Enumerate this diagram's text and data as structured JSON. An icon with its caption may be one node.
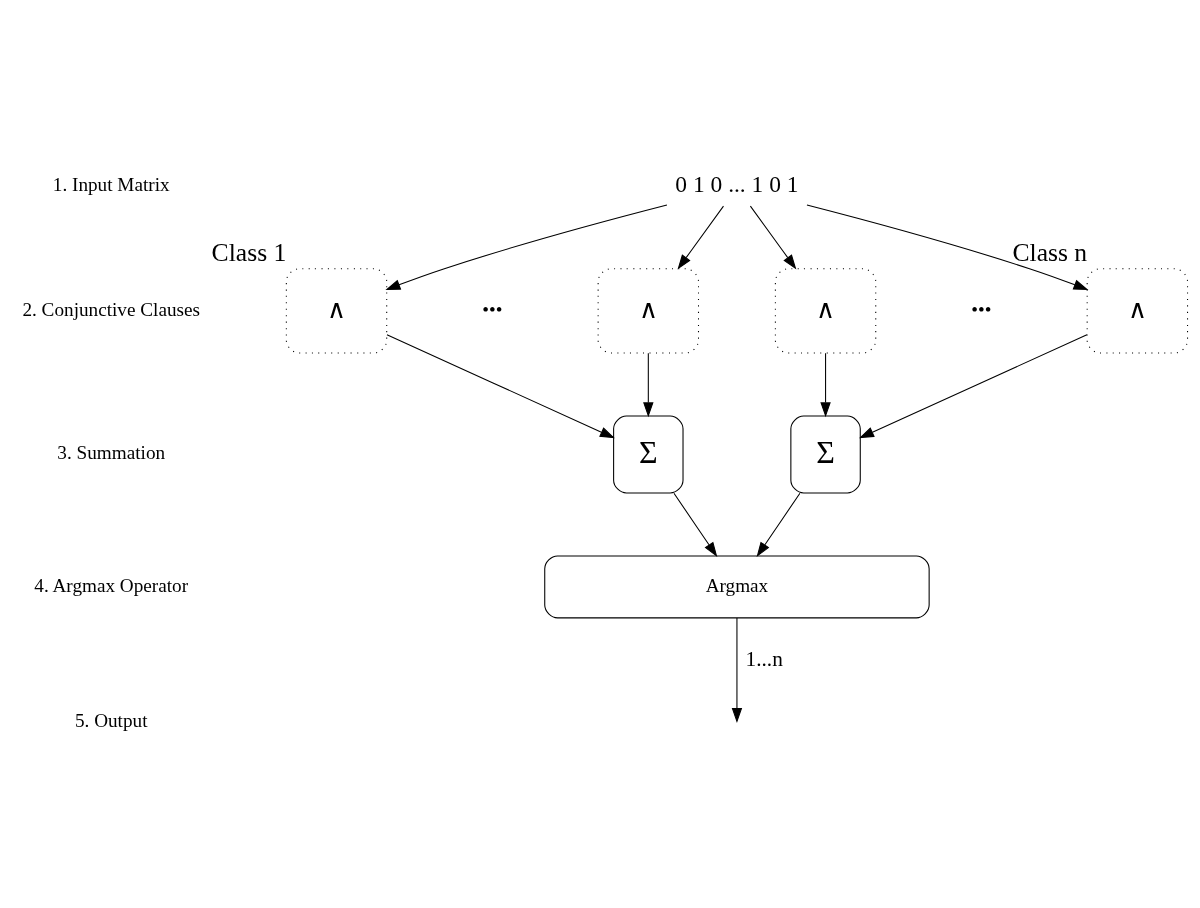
{
  "diagram": {
    "nodes": [
      {
        "text": [
          "0 1 0 ... 1 0 1"
        ]
      },
      {
        "text": [
          "∧"
        ],
        "beside": [
          "Class 1"
        ]
      },
      {
        "text": [
          "∧"
        ]
      },
      {
        "text": [
          "∧"
        ]
      },
      {
        "text": [
          "∧"
        ],
        "beside": [
          "Class n"
        ]
      },
      {
        "text": [
          "Σ"
        ]
      },
      {
        "text": [
          "Σ"
        ]
      },
      {
        "text": [
          "Argmax"
        ]
      }
    ],
    "edges": [
      {
        "from": 0,
        "to": 1,
        "arrow": "to"
      },
      {
        "from": 0,
        "to": 2,
        "arrow": "to"
      },
      {
        "from": 0,
        "to": 3,
        "arrow": "to"
      },
      {
        "from": 0,
        "to": 4,
        "arrow": "to"
      },
      {
        "from": 1,
        "to": 5,
        "arrow": "to"
      },
      {
        "from": 2,
        "to": 5,
        "arrow": "to"
      },
      {
        "from": 3,
        "to": 6,
        "arrow": "to"
      },
      {
        "from": 4,
        "to": 6,
        "arrow": "to"
      },
      {
        "from": 5,
        "to": 7,
        "arrow": "to"
      },
      {
        "from": 6,
        "to": 7,
        "arrow": "to"
      },
      {
        "from": 7,
        "to": null,
        "arrow": "to",
        "label": "1...n"
      }
    ],
    "labels": [
      "1. Input Matrix",
      "2. Conjunctive Clauses",
      "•••",
      "•••",
      "3. Summation",
      "4. Argmax Operator",
      "5. Output"
    ]
  }
}
